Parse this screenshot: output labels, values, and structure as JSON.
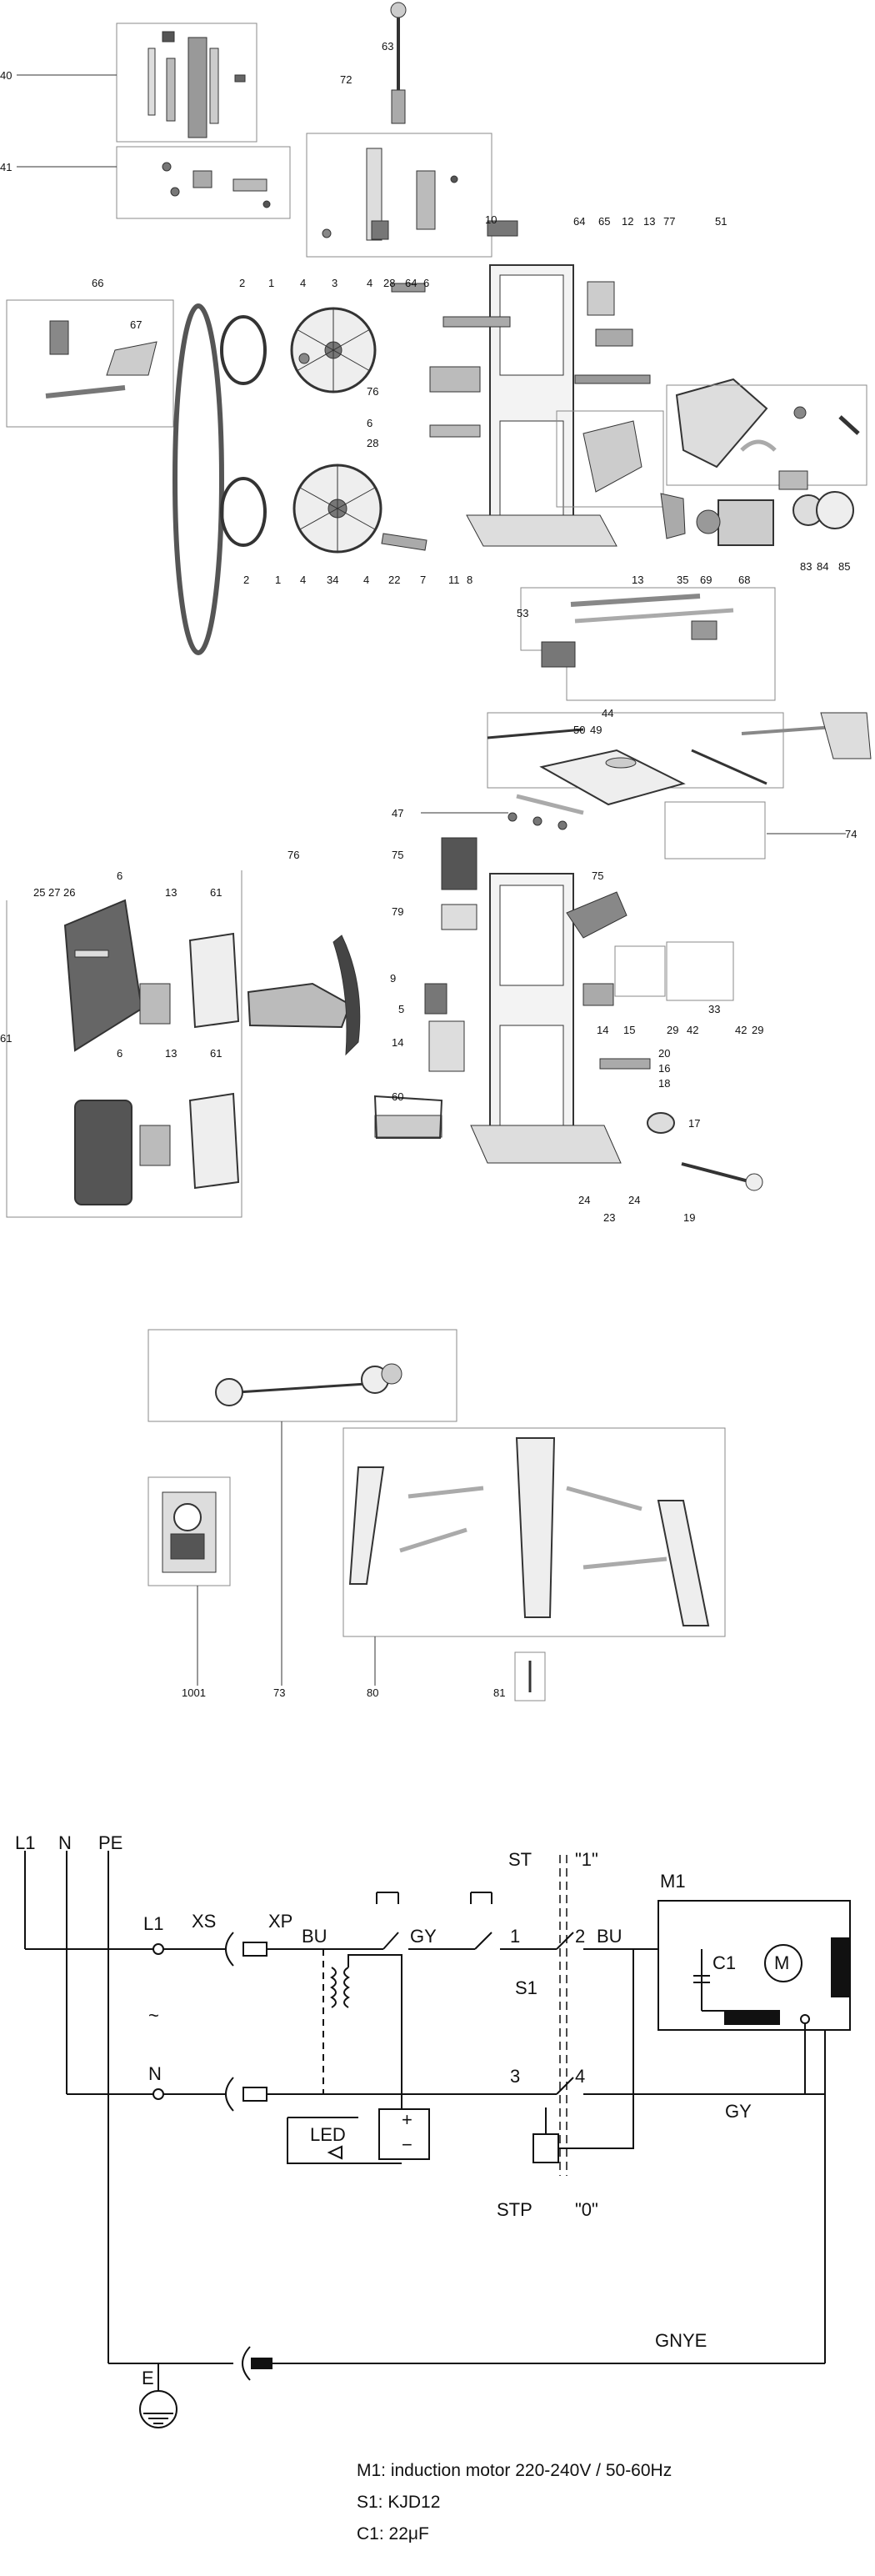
{
  "exploded_view": {
    "part_numbers": {
      "p40": "40",
      "p41": "41",
      "p63": "63",
      "p72": "72",
      "p66": "66",
      "p67": "67",
      "p2a": "2",
      "p1a": "1",
      "p4a": "4",
      "p3": "3",
      "p4b": "4",
      "p28a": "28",
      "p64a": "64",
      "p6a": "6",
      "p10": "10",
      "p64b": "64",
      "p65": "65",
      "p12": "12",
      "p13a": "13",
      "p77": "77",
      "p51": "51",
      "p76a": "76",
      "p6b": "6",
      "p28b": "28",
      "p2b": "2",
      "p1b": "1",
      "p4c": "4",
      "p34": "34",
      "p4d": "4",
      "p22": "22",
      "p7": "7",
      "p11": "11",
      "p8": "8",
      "p13b": "13",
      "p35": "35",
      "p69": "69",
      "p68": "68",
      "p83": "83",
      "p84": "84",
      "p85": "85",
      "p53": "53",
      "p44": "44",
      "p50": "50",
      "p49": "49",
      "p74": "74",
      "p47": "47",
      "p25": "25",
      "p27": "27",
      "p26": "26",
      "p6c": "6",
      "p13c": "13",
      "p61a": "61",
      "p76b": "76",
      "p75a": "75",
      "p75b": "75",
      "p79": "79",
      "p9": "9",
      "p5": "5",
      "p14a": "14",
      "p14b": "14",
      "p15": "15",
      "p33": "33",
      "p29a": "29",
      "p42a": "42",
      "p42b": "42",
      "p29b": "29",
      "p20": "20",
      "p16": "16",
      "p18": "18",
      "p17": "17",
      "p61b": "61",
      "p6d": "6",
      "p13d": "13",
      "p61c": "61",
      "p60": "60",
      "p24a": "24",
      "p24b": "24",
      "p23": "23",
      "p19": "19",
      "p1001": "1001",
      "p73": "73",
      "p80": "80",
      "p81": "81"
    }
  },
  "wiring": {
    "L1": "L1",
    "N": "N",
    "PE": "PE",
    "L1_in": "L1",
    "N_in": "N",
    "XS": "XS",
    "XP": "XP",
    "BU1": "BU",
    "GY1": "GY",
    "ST": "ST",
    "ST1": "\"1\"",
    "sw1": "1",
    "sw2": "2",
    "BU2": "BU",
    "M1": "M1",
    "C1": "C1",
    "M": "M",
    "S1": "S1",
    "sw3": "3",
    "sw4": "4",
    "GY2": "GY",
    "LED": "LED",
    "plus": "+",
    "minus": "−",
    "STP": "STP",
    "STP0": "\"0\"",
    "GNYE": "GNYE",
    "E": "E",
    "ac": "~"
  },
  "legend": {
    "m1": "M1: induction motor 220-240V / 50-60Hz",
    "s1": "S1: KJD12",
    "c1": "C1: 22μF"
  }
}
